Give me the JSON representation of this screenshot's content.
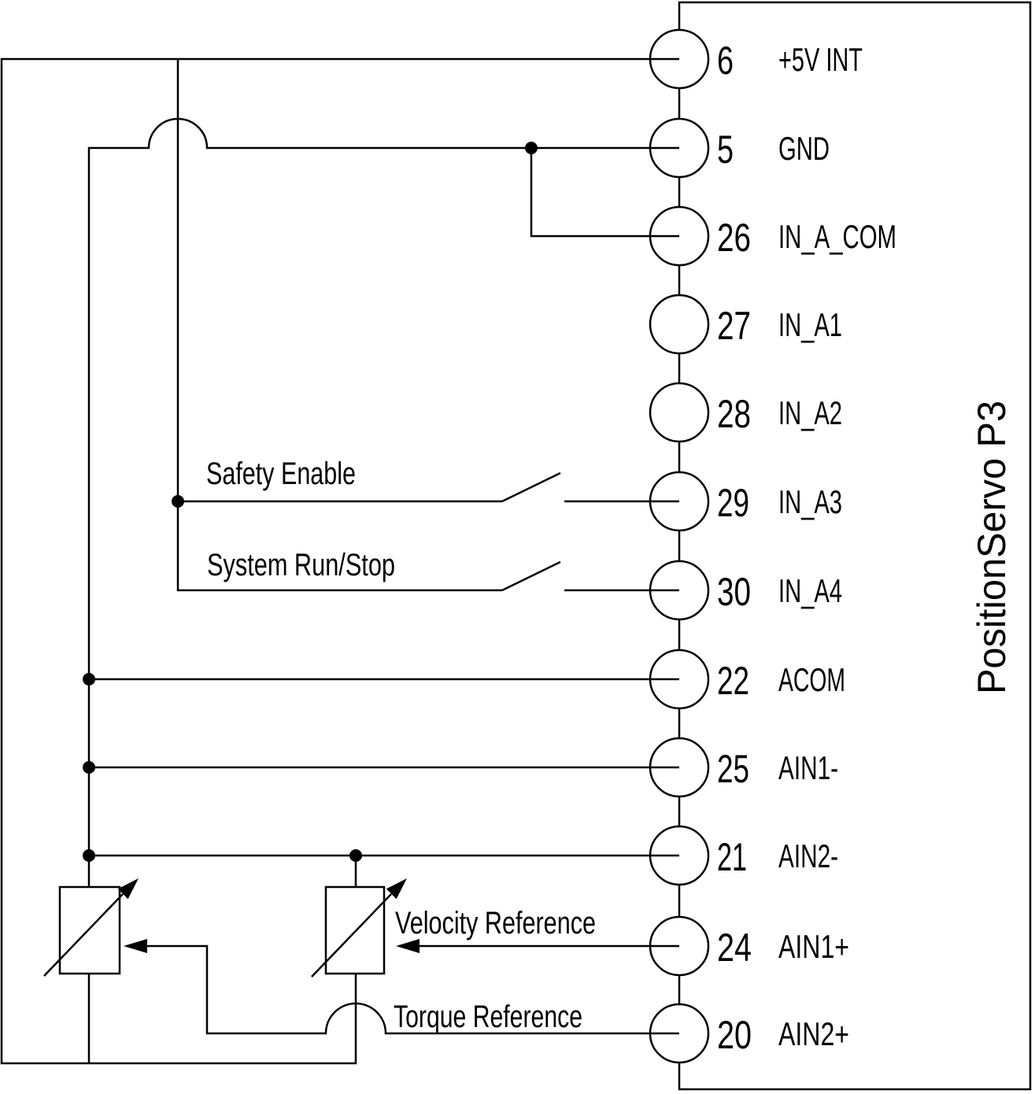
{
  "diagram": {
    "device_label": "PositionServo P3",
    "terminals": [
      {
        "pin": "6",
        "label": "+5V INT"
      },
      {
        "pin": "5",
        "label": "GND"
      },
      {
        "pin": "26",
        "label": "IN_A_COM"
      },
      {
        "pin": "27",
        "label": "IN_A1"
      },
      {
        "pin": "28",
        "label": "IN_A2"
      },
      {
        "pin": "29",
        "label": "IN_A3"
      },
      {
        "pin": "30",
        "label": "IN_A4"
      },
      {
        "pin": "22",
        "label": "ACOM"
      },
      {
        "pin": "25",
        "label": "AIN1-"
      },
      {
        "pin": "21",
        "label": "AIN2-"
      },
      {
        "pin": "24",
        "label": "AIN1+"
      },
      {
        "pin": "20",
        "label": "AIN2+"
      }
    ],
    "annotations": {
      "safety_enable": "Safety Enable",
      "system_run_stop": "System Run/Stop",
      "velocity_reference": "Velocity Reference",
      "torque_reference": "Torque Reference"
    },
    "colors": {
      "line": "#000000",
      "background": "#ffffff"
    }
  }
}
